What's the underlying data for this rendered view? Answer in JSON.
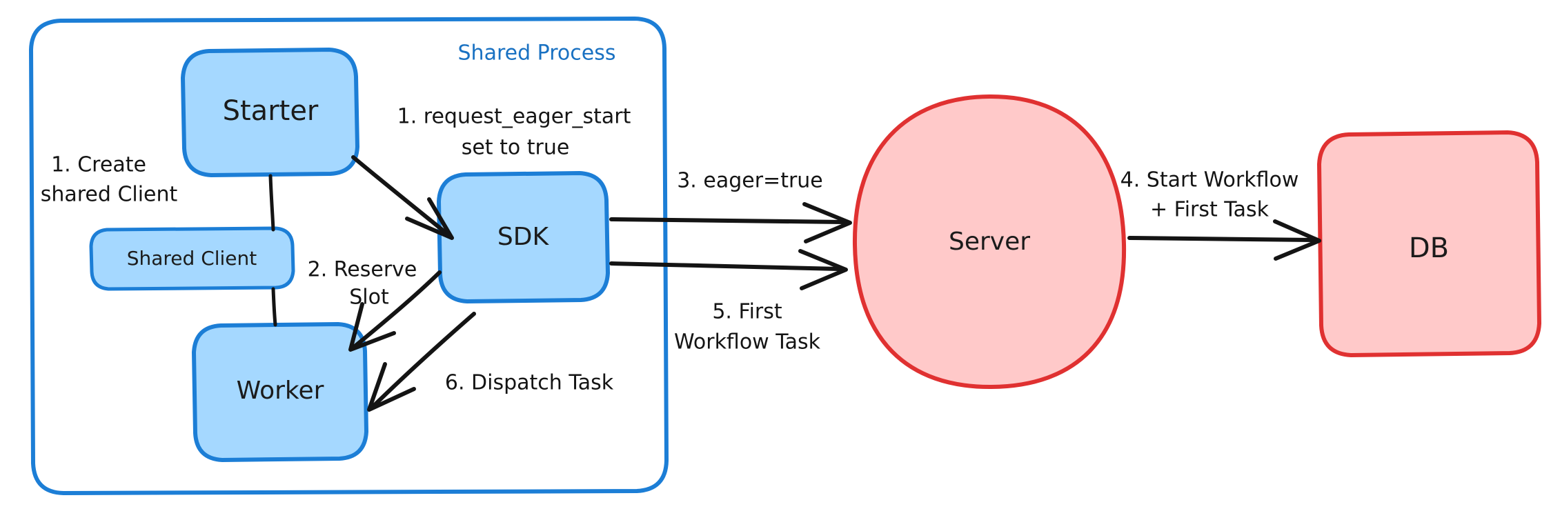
{
  "diagram": {
    "title": "Eager Workflow Start Sequence",
    "colors": {
      "blue_stroke": "#1c7ed6",
      "blue_fill": "#a5d8ff",
      "red_stroke": "#e03131",
      "red_fill": "#ffc9c9",
      "ink": "#141414",
      "group_title": "#1971c2"
    },
    "group": {
      "label": "Shared Process"
    },
    "nodes": [
      {
        "id": "starter",
        "label": "Starter",
        "shape": "rounded-rect",
        "color": "blue"
      },
      {
        "id": "shared-client",
        "label": "Shared Client",
        "shape": "rounded-rect",
        "color": "blue"
      },
      {
        "id": "worker",
        "label": "Worker",
        "shape": "rounded-rect",
        "color": "blue"
      },
      {
        "id": "sdk",
        "label": "SDK",
        "shape": "rounded-rect",
        "color": "blue"
      },
      {
        "id": "server",
        "label": "Server",
        "shape": "ellipse",
        "color": "red"
      },
      {
        "id": "db",
        "label": "DB",
        "shape": "rounded-rect",
        "color": "red"
      }
    ],
    "edges": [
      {
        "id": "e1",
        "from": "starter",
        "to": "sdk",
        "label_lines": [
          "1. request_eager_start",
          "set to true"
        ]
      },
      {
        "id": "e2",
        "from": "sdk",
        "to": "worker",
        "label_lines": [
          "2. Reserve",
          "Slot"
        ]
      },
      {
        "id": "e3",
        "from": "sdk",
        "to": "server",
        "label_lines": [
          "3. eager=true"
        ]
      },
      {
        "id": "e4",
        "from": "server",
        "to": "db",
        "label_lines": [
          "4. Start Workflow",
          "+ First Task"
        ]
      },
      {
        "id": "e5",
        "from": "sdk",
        "to": "server",
        "label_lines": [
          "5. First",
          "Workflow Task"
        ]
      },
      {
        "id": "e6",
        "from": "sdk",
        "to": "worker",
        "label_lines": [
          "6. Dispatch Task"
        ]
      },
      {
        "id": "e0",
        "from": "starter",
        "to": "shared-client",
        "label_lines": [
          "1. Create",
          "shared Client"
        ]
      }
    ],
    "labels": {
      "create_shared_client_l1": "1. Create",
      "create_shared_client_l2": "shared Client",
      "request_eager_start_l1": "1. request_eager_start",
      "request_eager_start_l2": "set to true",
      "reserve_slot_l1": "2. Reserve",
      "reserve_slot_l2": "Slot",
      "eager_true": "3. eager=true",
      "start_workflow_l1": "4. Start Workflow",
      "start_workflow_l2": "+ First Task",
      "first_workflow_task_l1": "5. First",
      "first_workflow_task_l2": "Workflow Task",
      "dispatch_task": "6. Dispatch Task"
    }
  }
}
